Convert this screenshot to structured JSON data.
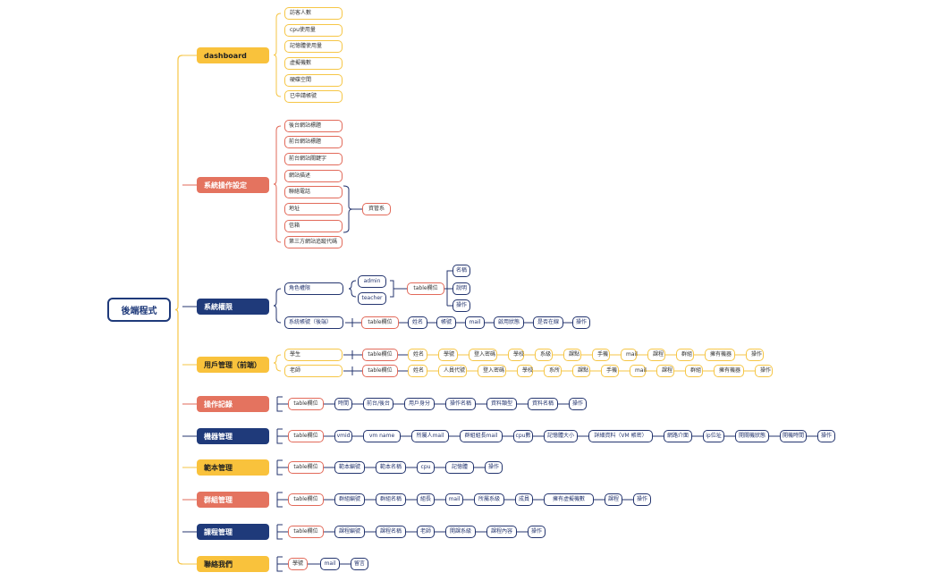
{
  "root": "後端程式",
  "branches": [
    {
      "label": "dashboard",
      "color": "yellow",
      "children": [
        "訪客人數",
        "cpu使用量",
        "記憶體使用量",
        "虛擬機數",
        "硬碟空間",
        "已申請帳號"
      ]
    },
    {
      "label": "系統操作設定",
      "color": "red",
      "children": [
        "後台網站標題",
        "前台網站標題",
        "前台網站關鍵字",
        "網站描述",
        "聯絡電話",
        "地址",
        "信箱",
        "第三方網站追蹤代碼"
      ],
      "group_label": "資管系"
    },
    {
      "label": "系統權限",
      "color": "navy",
      "role": {
        "label": "角色權限",
        "options": [
          "admin",
          "teacher"
        ],
        "table": "table欄位",
        "fields": [
          "名稱",
          "說明",
          "操作"
        ]
      },
      "account": {
        "label": "系統帳號（後端）",
        "table": "table欄位",
        "fields": [
          "姓名",
          "帳號",
          "mail",
          "啟用狀態",
          "是否在線",
          "操作"
        ]
      }
    },
    {
      "label": "用戶管理（前端）",
      "color": "yellow",
      "rows": [
        {
          "label": "學生",
          "table": "table欄位",
          "fields": [
            "姓名",
            "學號",
            "登入密碼",
            "學校",
            "系級",
            "課點",
            "手機",
            "mail",
            "課程",
            "群組",
            "擁有機器",
            "操作"
          ]
        },
        {
          "label": "老師",
          "table": "table欄位",
          "fields": [
            "姓名",
            "人員代號",
            "登入密碼",
            "學校",
            "系所",
            "課點",
            "手機",
            "mail",
            "課程",
            "群組",
            "擁有機器",
            "操作"
          ]
        }
      ]
    },
    {
      "label": "操作記錄",
      "color": "red",
      "table": "table欄位",
      "fields": [
        "時間",
        "前台/後台",
        "用戶身分",
        "操作名稱",
        "資料類型",
        "資料名稱",
        "操作"
      ]
    },
    {
      "label": "機器管理",
      "color": "navy",
      "table": "table欄位",
      "fields": [
        "vmid",
        "vm name",
        "所屬人mail",
        "群組組長mail",
        "cpu數",
        "記憶體大小",
        "詳細資料（VM 帳密）",
        "網路介面",
        "ip位址",
        "開關機狀態",
        "開機時間",
        "操作"
      ]
    },
    {
      "label": "範本管理",
      "color": "yellow",
      "table": "table欄位",
      "fields": [
        "範本編號",
        "範本名稱",
        "cpu",
        "記憶體",
        "操作"
      ]
    },
    {
      "label": "群組管理",
      "color": "red",
      "table": "table欄位",
      "fields": [
        "群組編號",
        "群組名稱",
        "組長",
        "mail",
        "所屬系級",
        "成員",
        "擁有虛擬機數",
        "課程",
        "操作"
      ]
    },
    {
      "label": "課程管理",
      "color": "navy",
      "table": "table欄位",
      "fields": [
        "課程編號",
        "課程名稱",
        "老師",
        "開課系級",
        "課程內容",
        "操作"
      ]
    },
    {
      "label": "聯絡我們",
      "color": "yellow",
      "fields": [
        "學號",
        "mail",
        "留言"
      ]
    }
  ]
}
